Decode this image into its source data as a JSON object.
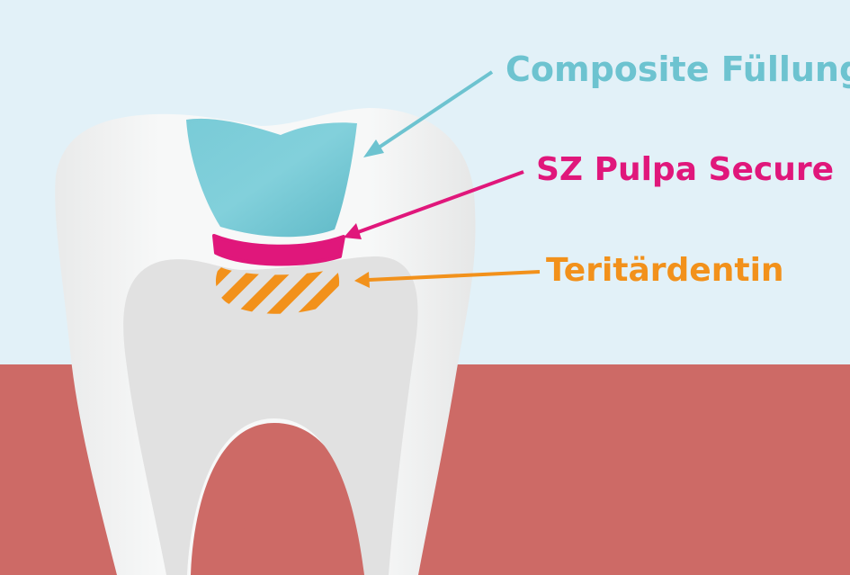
{
  "labels": {
    "composite": "Composite Füllung",
    "pulpa": "SZ Pulpa Secure",
    "tertiary": "Teritärdentin"
  },
  "colors": {
    "background": "#e2f1f8",
    "gum": "#cd6a66",
    "tooth": "#f3f4f4",
    "dentin": "#e1e1e1",
    "composite": "#6dc3d0",
    "pulpa": "#e0177b",
    "tertiary": "#f2911b"
  }
}
